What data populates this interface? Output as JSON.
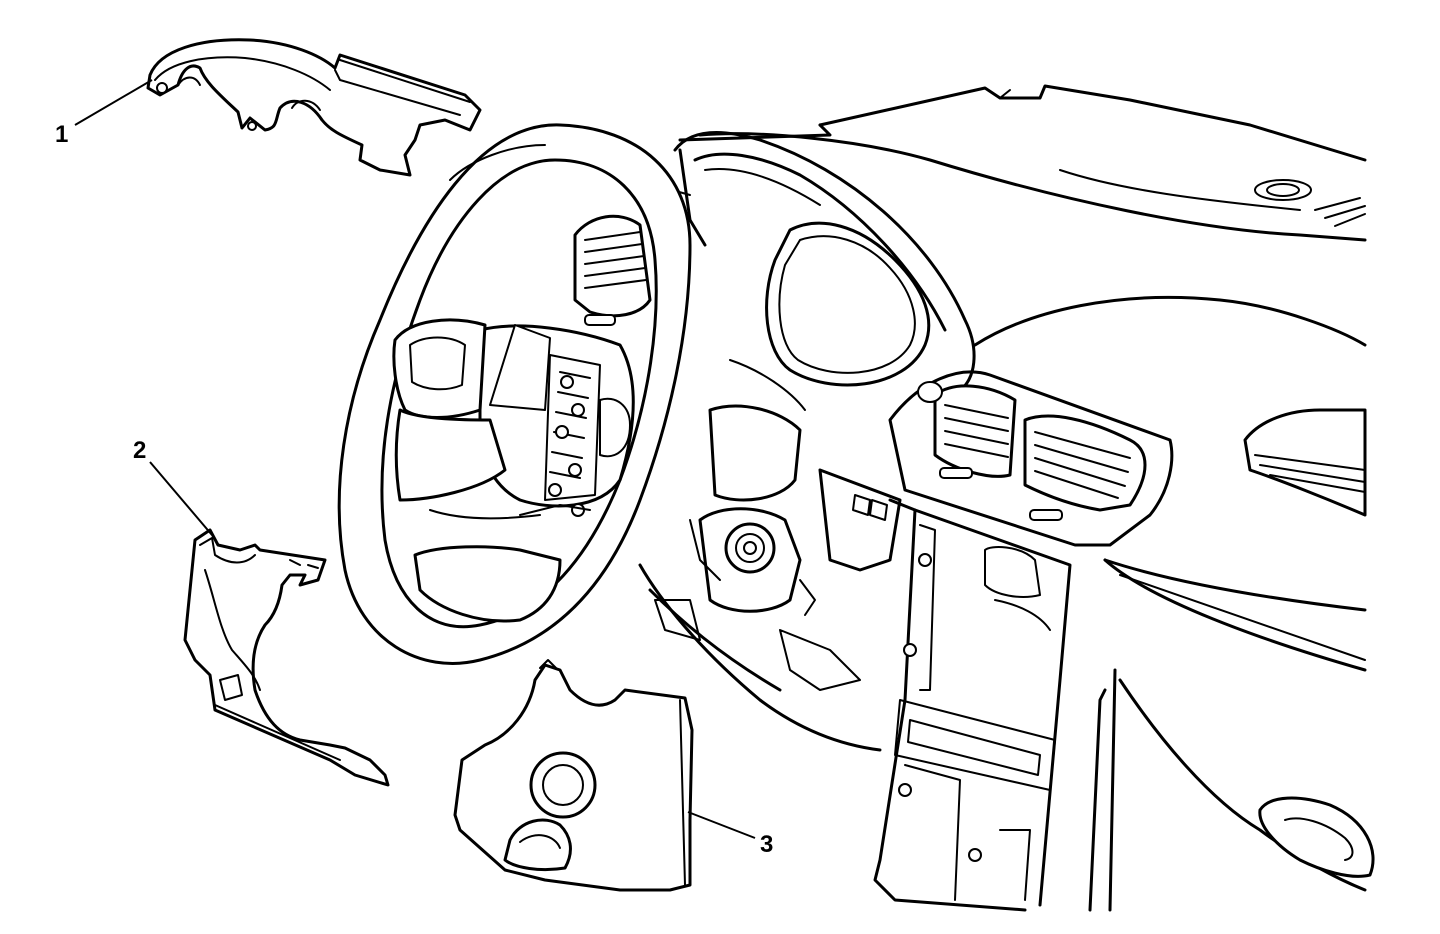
{
  "diagram": {
    "type": "exploded-parts-illustration",
    "callouts": [
      {
        "id": "1",
        "label": "1"
      },
      {
        "id": "2",
        "label": "2"
      },
      {
        "id": "3",
        "label": "3"
      }
    ],
    "line_color": "#000000",
    "background_color": "#ffffff"
  }
}
